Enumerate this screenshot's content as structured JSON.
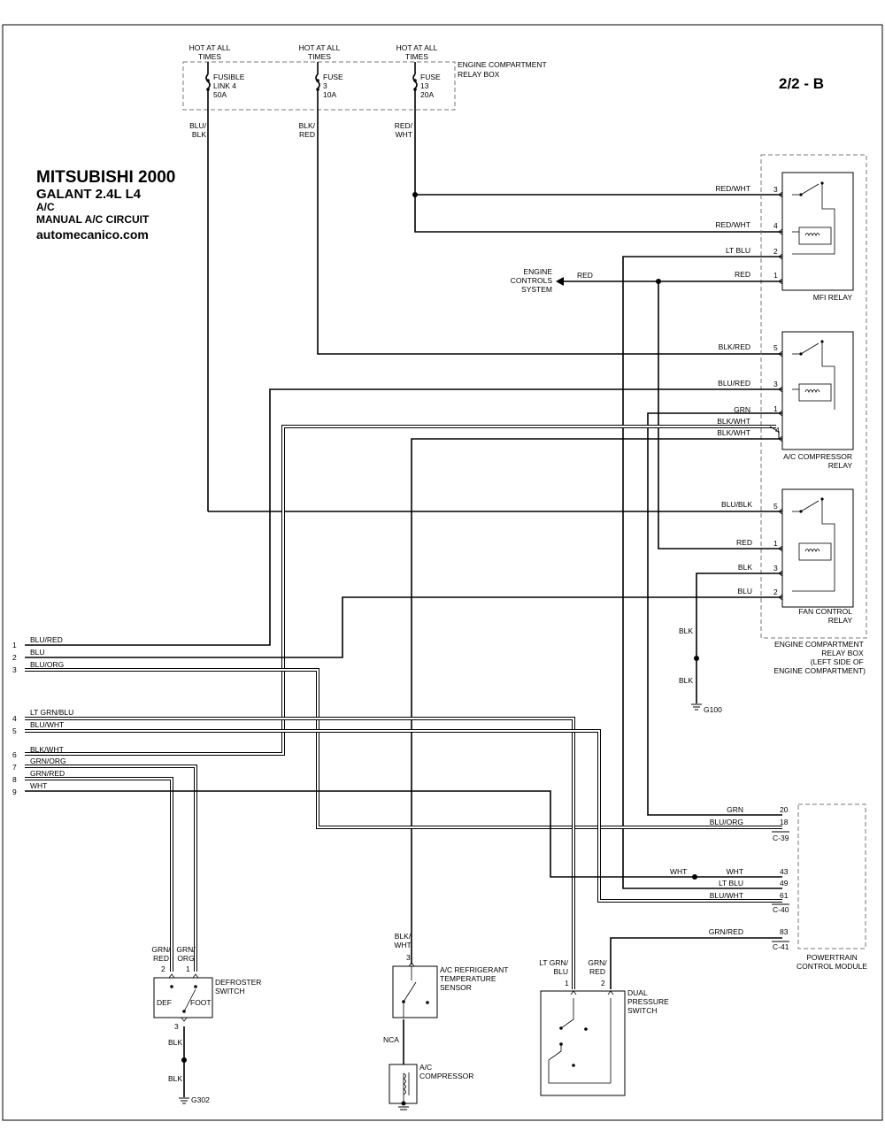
{
  "page_code": "2/2 - B",
  "title": {
    "make_year": "MITSUBISHI 2000",
    "model": "GALANT  2.4L  L4",
    "system": "A/C",
    "circuit": "MANUAL A/C CIRCUIT",
    "site": "automecanico.com"
  },
  "power_sources": [
    {
      "hot": [
        "HOT AT ALL",
        "TIMES"
      ],
      "device": [
        "FUSIBLE",
        "LINK 4",
        "50A"
      ],
      "wire": [
        "BLU/",
        "BLK"
      ]
    },
    {
      "hot": [
        "HOT AT ALL",
        "TIMES"
      ],
      "device": [
        "FUSE",
        "3",
        "10A"
      ],
      "wire": [
        "BLK/",
        "RED"
      ]
    },
    {
      "hot": [
        "HOT AT ALL",
        "TIMES"
      ],
      "device": [
        "FUSE",
        "13",
        "20A"
      ],
      "wire": [
        "RED/",
        "WHT"
      ]
    }
  ],
  "relay_box_top": [
    "ENGINE COMPARTMENT",
    "RELAY BOX"
  ],
  "relay_box_side": [
    "ENGINE COMPARTMENT",
    "RELAY BOX",
    "(LEFT SIDE OF",
    "ENGINE COMPARTMENT)"
  ],
  "engine_controls": [
    "ENGINE",
    "CONTROLS",
    "SYSTEM"
  ],
  "red_wire": "RED",
  "mfi_relay": {
    "name": "MFI RELAY",
    "pins": [
      {
        "wire": "RED/WHT",
        "pin": "3"
      },
      {
        "wire": "RED/WHT",
        "pin": "4"
      },
      {
        "wire": "LT BLU",
        "pin": "2"
      },
      {
        "wire": "RED",
        "pin": "1"
      }
    ]
  },
  "ac_relay": {
    "name": [
      "A/C COMPRESSOR",
      "RELAY"
    ],
    "pins": [
      {
        "wire": "BLK/RED",
        "pin": "5"
      },
      {
        "wire": "BLU/RED",
        "pin": "3"
      },
      {
        "wire": "GRN",
        "pin": "1"
      },
      {
        "wire": "BLK/WHT",
        "pin": ""
      },
      {
        "wire": "BLK/WHT",
        "pin": "4"
      }
    ]
  },
  "fan_relay": {
    "name": [
      "FAN CONTROL",
      "RELAY"
    ],
    "pins": [
      {
        "wire": "BLU/BLK",
        "pin": "5"
      },
      {
        "wire": "RED",
        "pin": "1"
      },
      {
        "wire": "BLK",
        "pin": "3"
      },
      {
        "wire": "BLU",
        "pin": "2"
      }
    ]
  },
  "ground_g100": {
    "wire_top": "BLK",
    "wire_bottom": "BLK",
    "name": "G100"
  },
  "left_connector": [
    {
      "pin": "1",
      "wire": "BLU/RED"
    },
    {
      "pin": "2",
      "wire": "BLU"
    },
    {
      "pin": "3",
      "wire": "BLU/ORG"
    },
    {
      "pin": "4",
      "wire": "LT GRN/BLU"
    },
    {
      "pin": "5",
      "wire": "BLU/WHT"
    },
    {
      "pin": "6",
      "wire": "BLK/WHT"
    },
    {
      "pin": "7",
      "wire": "GRN/ORG"
    },
    {
      "pin": "8",
      "wire": "GRN/RED"
    },
    {
      "pin": "9",
      "wire": "WHT"
    }
  ],
  "pcm": {
    "name": [
      "POWERTRAIN",
      "CONTROL MODULE"
    ],
    "c39": {
      "label": "C-39",
      "pins": [
        {
          "wire": "GRN",
          "pin": "20"
        },
        {
          "wire": "BLU/ORG",
          "pin": "18"
        }
      ]
    },
    "c40": {
      "label": "C-40",
      "splice_wire": "WHT",
      "pins": [
        {
          "wire": "WHT",
          "pin": "43"
        },
        {
          "wire": "LT BLU",
          "pin": "49"
        },
        {
          "wire": "BLU/WHT",
          "pin": "61"
        }
      ]
    },
    "c41": {
      "label": "C-41",
      "pins": [
        {
          "wire": "GRN/RED",
          "pin": "83"
        }
      ]
    }
  },
  "defroster": {
    "name": [
      "DEFROSTER",
      "SWITCH"
    ],
    "wire_a": [
      "GRN/",
      "RED"
    ],
    "pin_a": "2",
    "wire_b": [
      "GRN/",
      "ORG"
    ],
    "pin_b": "1",
    "def": "DEF",
    "foot": "FOOT",
    "pin_out": "3",
    "blk1": "BLK",
    "blk2": "BLK",
    "ground": "G302"
  },
  "temp_sensor": {
    "name": [
      "A/C REFRIGERANT",
      "TEMPERATURE",
      "SENSOR"
    ],
    "wire": [
      "BLK/",
      "WHT"
    ],
    "pin": "3",
    "nca": "NCA"
  },
  "compressor": {
    "name": [
      "A/C",
      "COMPRESSOR"
    ]
  },
  "dual_switch": {
    "name": [
      "DUAL",
      "PRESSURE",
      "SWITCH"
    ],
    "wire_a": [
      "LT GRN/",
      "BLU"
    ],
    "pin_a": "1",
    "wire_b": [
      "GRN/",
      "RED"
    ],
    "pin_b": "2"
  }
}
